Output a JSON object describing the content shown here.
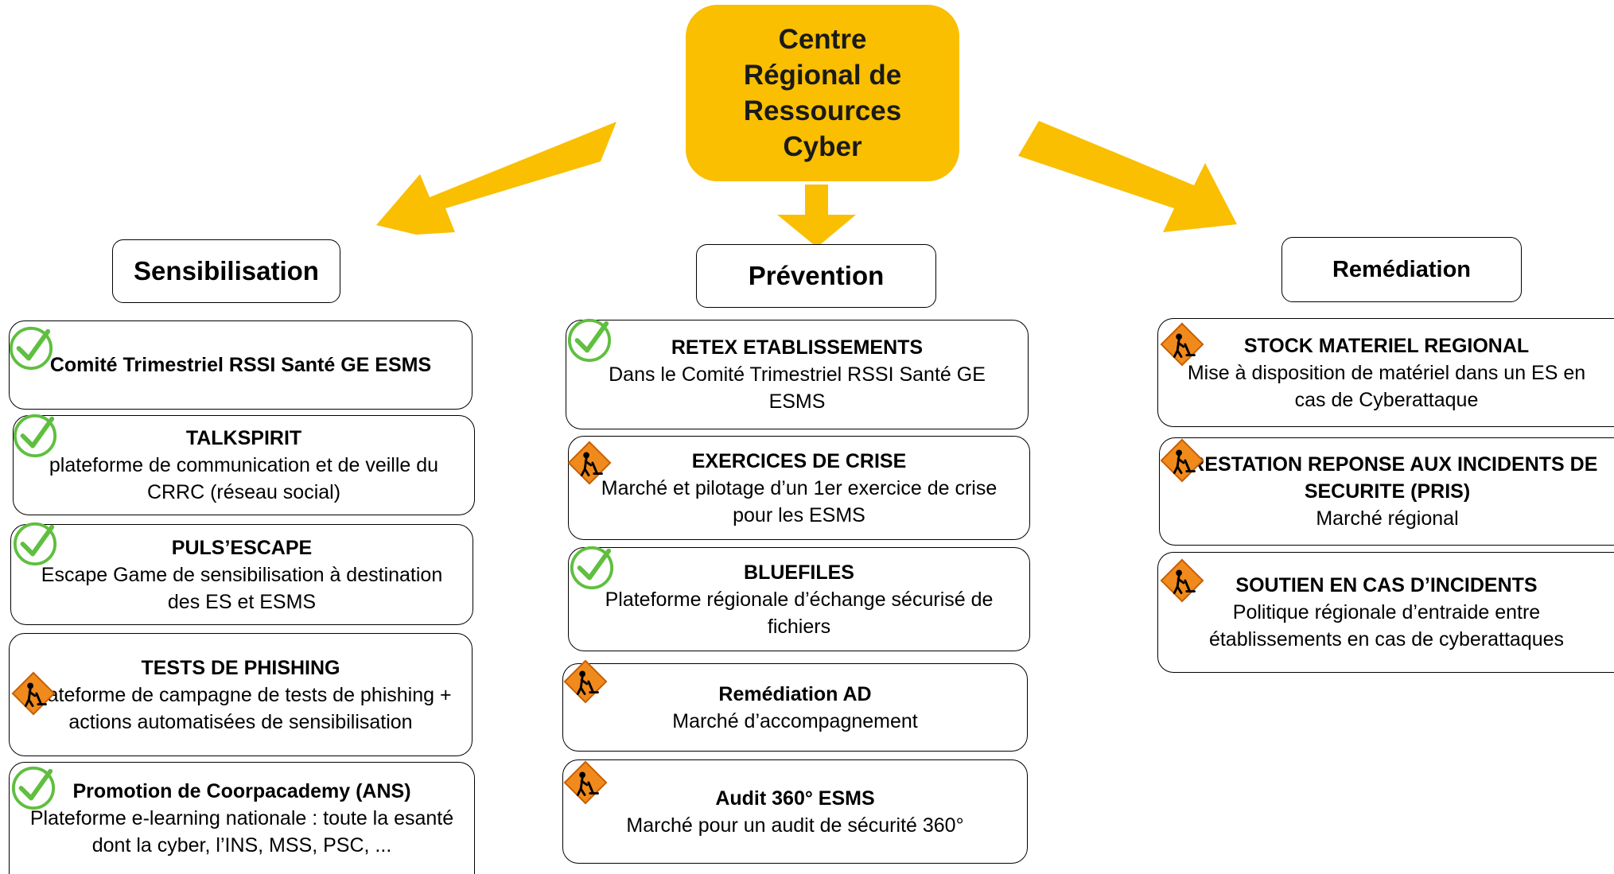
{
  "colors": {
    "accent": "#f9bf00",
    "check": "#5fbf3f",
    "warning": "#f08a1c",
    "title_fragment": "#0033cc"
  },
  "center": {
    "title": "Centre\nRégional de\nRessources\nCyber"
  },
  "categories": {
    "sensibilisation": "Sensibilisation",
    "prevention": "Prévention",
    "remediation": "Remédiation"
  },
  "sensibilisation": [
    {
      "status": "done",
      "icon": "check-icon",
      "title": "Comité Trimestriel RSSI Santé GE ESMS",
      "desc": ""
    },
    {
      "status": "done",
      "icon": "check-icon",
      "title": "TALKSPIRIT",
      "desc": "plateforme de communication et de veille du CRRC (réseau social)"
    },
    {
      "status": "done",
      "icon": "check-icon",
      "title": "PULS’ESCAPE",
      "desc": "Escape Game de sensibilisation à destination des ES et ESMS"
    },
    {
      "status": "in-progress",
      "icon": "construction-icon",
      "title": "TESTS DE PHISHING",
      "desc": "Plateforme de campagne de tests de phishing + actions automatisées de sensibilisation"
    },
    {
      "status": "done",
      "icon": "check-icon",
      "title": "Promotion de Coorpacademy (ANS)",
      "desc": "Plateforme e-learning nationale : toute la esanté dont la cyber, l’INS, MSS, PSC, ..."
    }
  ],
  "prevention": [
    {
      "status": "done",
      "icon": "check-icon",
      "title": "RETEX ETABLISSEMENTS",
      "desc": "Dans le Comité Trimestriel RSSI Santé GE ESMS"
    },
    {
      "status": "in-progress",
      "icon": "construction-icon",
      "title": "EXERCICES DE CRISE",
      "desc": "Marché et pilotage d’un 1er exercice de crise pour les ESMS"
    },
    {
      "status": "done",
      "icon": "check-icon",
      "title": "BLUEFILES",
      "desc": "Plateforme régionale d’échange sécurisé de fichiers"
    },
    {
      "status": "in-progress",
      "icon": "construction-icon",
      "title": "Remédiation AD",
      "desc": "Marché d’accompagnement"
    },
    {
      "status": "in-progress",
      "icon": "construction-icon",
      "title": "Audit 360° ESMS",
      "desc": "Marché pour un audit de sécurité 360°"
    }
  ],
  "remediation": [
    {
      "status": "in-progress",
      "icon": "construction-icon",
      "title": "STOCK MATERIEL REGIONAL",
      "desc": "Mise à disposition de matériel dans un ES en cas de Cyberattaque"
    },
    {
      "status": "in-progress",
      "icon": "construction-icon",
      "title": "PRESTATION REPONSE AUX INCIDENTS DE SECURITE (PRIS)",
      "desc": "Marché régional"
    },
    {
      "status": "in-progress",
      "icon": "construction-icon",
      "title": "SOUTIEN EN CAS D’INCIDENTS",
      "desc": "Politique régionale d’entraide entre établissements en cas de cyberattaques"
    }
  ]
}
